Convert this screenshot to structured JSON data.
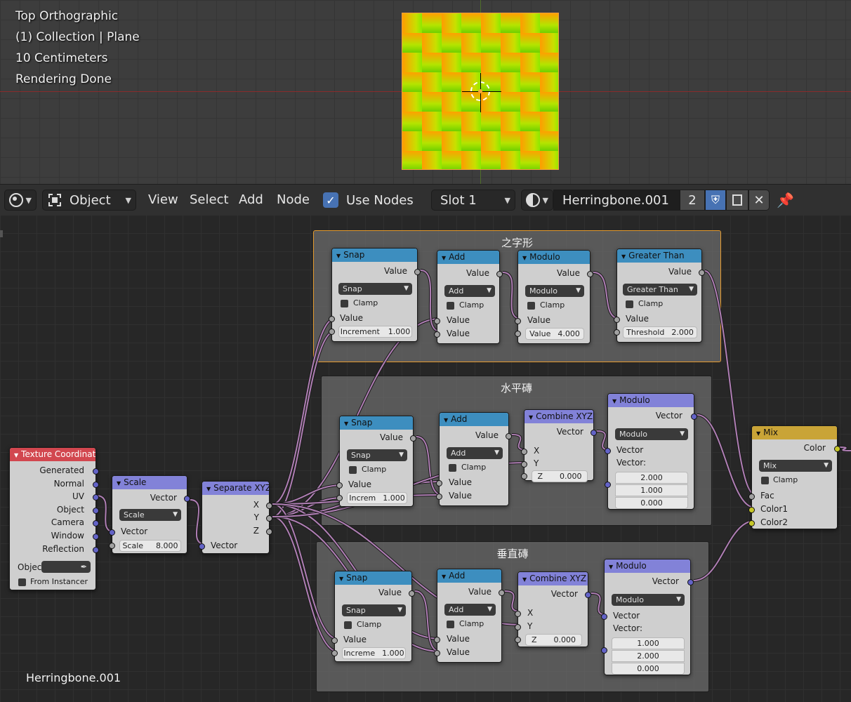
{
  "viewport": {
    "view_name": "Top Orthographic",
    "collection": "(1) Collection | Plane",
    "scale": "10 Centimeters",
    "status": "Rendering Done"
  },
  "header": {
    "editor_type_icon": "shader-editor-icon",
    "mode": "Object",
    "menus": [
      "View",
      "Select",
      "Add",
      "Node"
    ],
    "use_nodes_label": "Use Nodes",
    "use_nodes_checked": true,
    "slot": "Slot 1",
    "material_name": "Herringbone.001",
    "user_count": "2",
    "fake_user_icon": "shield-icon",
    "copy_icon": "duplicate-icon",
    "unlink_icon": "close-icon",
    "pin_icon": "pin-icon",
    "accent": "#4772b3"
  },
  "frames": {
    "zigzag": "之字形",
    "horizontal": "水平磚",
    "vertical": "垂直磚"
  },
  "nodes": {
    "texcoord": {
      "title": "Texture Coordinate",
      "outputs": [
        "Generated",
        "Normal",
        "UV",
        "Object",
        "Camera",
        "Window",
        "Reflection"
      ],
      "object_label": "Objec",
      "from_instancer": "From Instancer"
    },
    "scale": {
      "title": "Scale",
      "output": "Vector",
      "op": "Scale",
      "input": "Vector",
      "field_label": "Scale",
      "field_value": "8.000"
    },
    "separate": {
      "title": "Separate XYZ",
      "outputs": [
        "X",
        "Y",
        "Z"
      ],
      "input": "Vector"
    },
    "z_snap": {
      "title": "Snap",
      "output": "Value",
      "op": "Snap",
      "clamp": "Clamp",
      "input": "Value",
      "field_label": "Increment",
      "field_value": "1.000"
    },
    "z_add": {
      "title": "Add",
      "output": "Value",
      "op": "Add",
      "clamp": "Clamp",
      "in1": "Value",
      "in2": "Value"
    },
    "z_mod": {
      "title": "Modulo",
      "output": "Value",
      "op": "Modulo",
      "clamp": "Clamp",
      "input": "Value",
      "field_label": "Value",
      "field_value": "4.000"
    },
    "z_gt": {
      "title": "Greater Than",
      "output": "Value",
      "op": "Greater Than",
      "clamp": "Clamp",
      "input": "Value",
      "field_label": "Threshold",
      "field_value": "2.000"
    },
    "h_snap": {
      "title": "Snap",
      "output": "Value",
      "op": "Snap",
      "clamp": "Clamp",
      "input": "Value",
      "field_label": "Increm",
      "field_value": "1.000"
    },
    "h_add": {
      "title": "Add",
      "output": "Value",
      "op": "Add",
      "clamp": "Clamp",
      "in1": "Value",
      "in2": "Value"
    },
    "h_comb": {
      "title": "Combine XYZ",
      "output": "Vector",
      "inputs": [
        "X",
        "Y"
      ],
      "field_label": "Z",
      "field_value": "0.000"
    },
    "h_mod": {
      "title": "Modulo",
      "output": "Vector",
      "op": "Modulo",
      "input": "Vector",
      "vec_label": "Vector:",
      "values": [
        "2.000",
        "1.000",
        "0.000"
      ]
    },
    "v_snap": {
      "title": "Snap",
      "output": "Value",
      "op": "Snap",
      "clamp": "Clamp",
      "input": "Value",
      "field_label": "Increme",
      "field_value": "1.000"
    },
    "v_add": {
      "title": "Add",
      "output": "Value",
      "op": "Add",
      "clamp": "Clamp",
      "in1": "Value",
      "in2": "Value"
    },
    "v_comb": {
      "title": "Combine XYZ",
      "output": "Vector",
      "inputs": [
        "X",
        "Y"
      ],
      "field_label": "Z",
      "field_value": "0.000"
    },
    "v_mod": {
      "title": "Modulo",
      "output": "Vector",
      "op": "Modulo",
      "input": "Vector",
      "vec_label": "Vector:",
      "values": [
        "1.000",
        "2.000",
        "0.000"
      ]
    },
    "mix": {
      "title": "Mix",
      "output": "Color",
      "op": "Mix",
      "clamp": "Clamp",
      "inputs": [
        "Fac",
        "Color1",
        "Color2"
      ]
    }
  },
  "material_label": "Herringbone.001"
}
